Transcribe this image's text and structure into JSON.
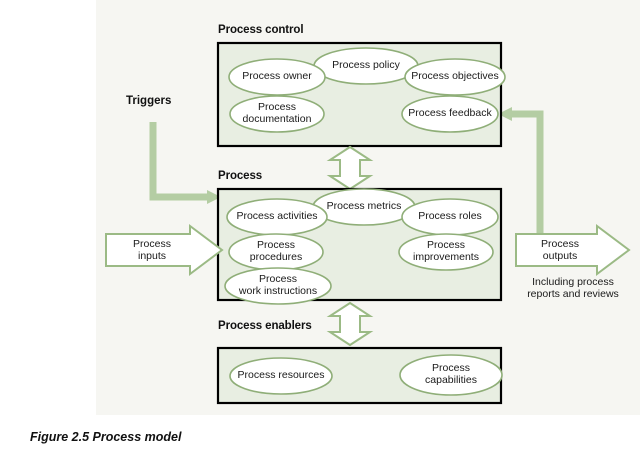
{
  "figure": {
    "caption": "Figure 2.5 Process model",
    "background_color": "#f6f6f2",
    "box_fill": "#e8eee2",
    "box_border": "#000000",
    "ellipse_fill": "#ffffff",
    "ellipse_stroke": "#8fae78",
    "arrow_stroke": "#9bba85",
    "arrow_fill": "#ffffff",
    "connector_color": "#b4cda3"
  },
  "sections": {
    "control": {
      "label": "Process control",
      "nodes": [
        {
          "text": "Process owner"
        },
        {
          "text": "Process policy"
        },
        {
          "text": "Process objectives"
        },
        {
          "text": "Process\ndocumentation"
        },
        {
          "text": "Process feedback"
        }
      ]
    },
    "process": {
      "label": "Process",
      "nodes": [
        {
          "text": "Process activities"
        },
        {
          "text": "Process metrics"
        },
        {
          "text": "Process roles"
        },
        {
          "text": "Process\nprocedures"
        },
        {
          "text": "Process\nimprovements"
        },
        {
          "text": "Process\nwork instructions"
        }
      ]
    },
    "enablers": {
      "label": "Process enablers",
      "nodes": [
        {
          "text": "Process resources"
        },
        {
          "text": "Process\ncapabilities"
        }
      ]
    }
  },
  "flows": {
    "triggers_label": "Triggers",
    "inputs_label": "Process\ninputs",
    "outputs_label": "Process\noutputs",
    "outputs_note": "Including process\nreports and reviews"
  }
}
